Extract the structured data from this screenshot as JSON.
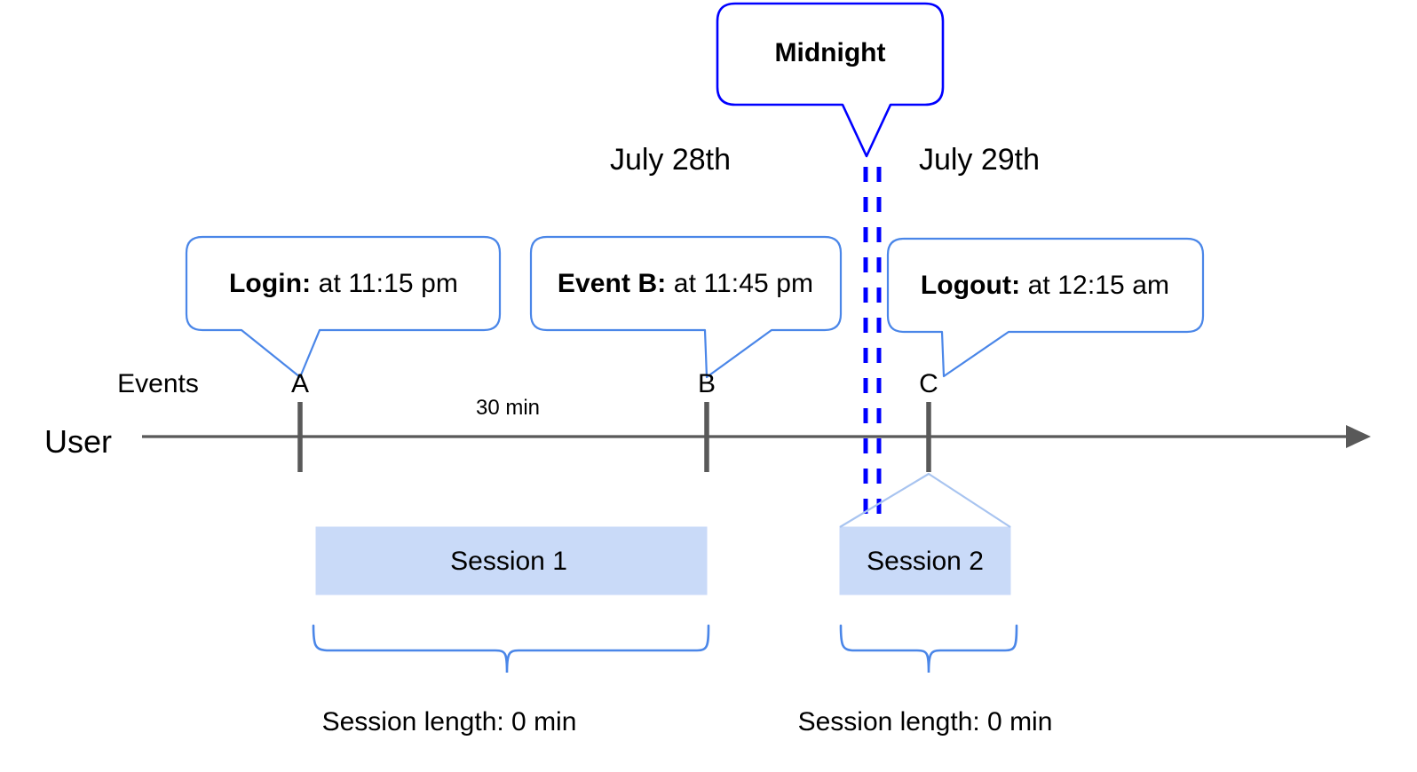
{
  "diagram": {
    "title_hidden": "",
    "colors": {
      "midnight_blue": "#0000ff",
      "callout_blue": "#4a86e8",
      "session_fill": "#c9daf8",
      "session_stroke": "#a8c4f0",
      "axis_gray": "#595959",
      "text_black": "#000000",
      "background": "#ffffff"
    },
    "midnight_callout": {
      "label": "Midnight",
      "icon": "speech-bubble-icon"
    },
    "dates": [
      {
        "label": "July 28th"
      },
      {
        "label": "July 29th"
      }
    ],
    "event_callouts": [
      {
        "name": "login",
        "bold": "Login:",
        "rest": " at 11:15 pm"
      },
      {
        "name": "event-b",
        "bold": "Event B:",
        "rest": " at 11:45 pm"
      },
      {
        "name": "logout",
        "bold": "Logout:",
        "rest": " at 12:15 am"
      }
    ],
    "row_labels": {
      "events": "Events",
      "user": "User"
    },
    "event_points": [
      {
        "label": "A"
      },
      {
        "label": "B"
      },
      {
        "label": "C"
      }
    ],
    "duration_labels": [
      {
        "label": "30 min"
      }
    ],
    "sessions": [
      {
        "label": "Session 1",
        "length_label": "Session length: 0 min"
      },
      {
        "label": "Session 2",
        "length_label": "Session length: 0 min"
      }
    ]
  }
}
